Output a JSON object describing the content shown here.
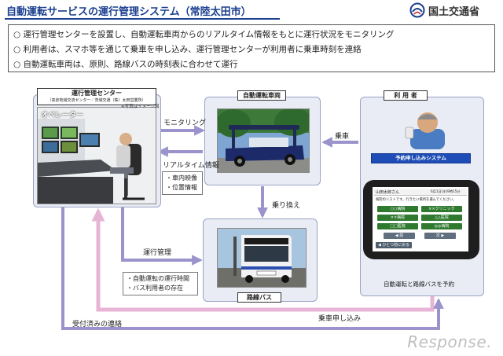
{
  "header": {
    "title": "自動運転サービスの運行管理システム（常陸太田市）",
    "ministry": "国土交通省"
  },
  "bullets": [
    "○ 運行管理センターを設置し、自動運転車両からのリアルタイム情報をもとに運行状況をモニタリング",
    "○ 利用者は、スマホ等を通じて乗車を申し込み、運行管理センターが利用者に乗車時刻を連絡",
    "○ 自動運転車両は、原則、路線バスの時刻表に合わせて運行"
  ],
  "center": {
    "title": "運行管理センター",
    "subtitle": "（高倉地域交流センター／茨城交通（株）太田営業所）",
    "operator": "オペレーター",
    "image_note": "※写真はイメージ図"
  },
  "vehicle": {
    "title": "自動運転車両"
  },
  "bus": {
    "title": "路線バス"
  },
  "user": {
    "title": "利 用 者",
    "app_header": "予約申し込みシステム",
    "caption": "自動運転と路線バスを予約"
  },
  "tablet_ui": {
    "name": "山田太郎さん",
    "date": "6月1日(水)9時15分",
    "prompt": "病院のリストです。行きたい場所を選んでください。",
    "options": [
      "○○病院",
      "××クリニック",
      "××病院",
      "△△医院",
      "□□医院",
      "◎◎病院"
    ],
    "prev": "◀ 前",
    "next": "次 ▶",
    "back": "◀ ひとつ前に戻る"
  },
  "flows": {
    "monitoring": "モニタリング",
    "realtime": "リアルタイム情報",
    "realtime_items": [
      "・車内映像",
      "・位置情報"
    ],
    "transfer": "乗り換え",
    "boarding": "乗車",
    "operation": "運行管理",
    "operation_items": [
      "・自動運転の運行時間",
      "・バス利用者の存在"
    ],
    "ride_request": "乗車申し込み",
    "acceptance": "受付済みの連絡"
  },
  "colors": {
    "title_blue": "#1b3f8f",
    "arrow_purple": "#9a93cc",
    "arrow_pink": "#e7b4d6",
    "panel_fill": "#e9ecf5"
  },
  "watermark": "Response."
}
